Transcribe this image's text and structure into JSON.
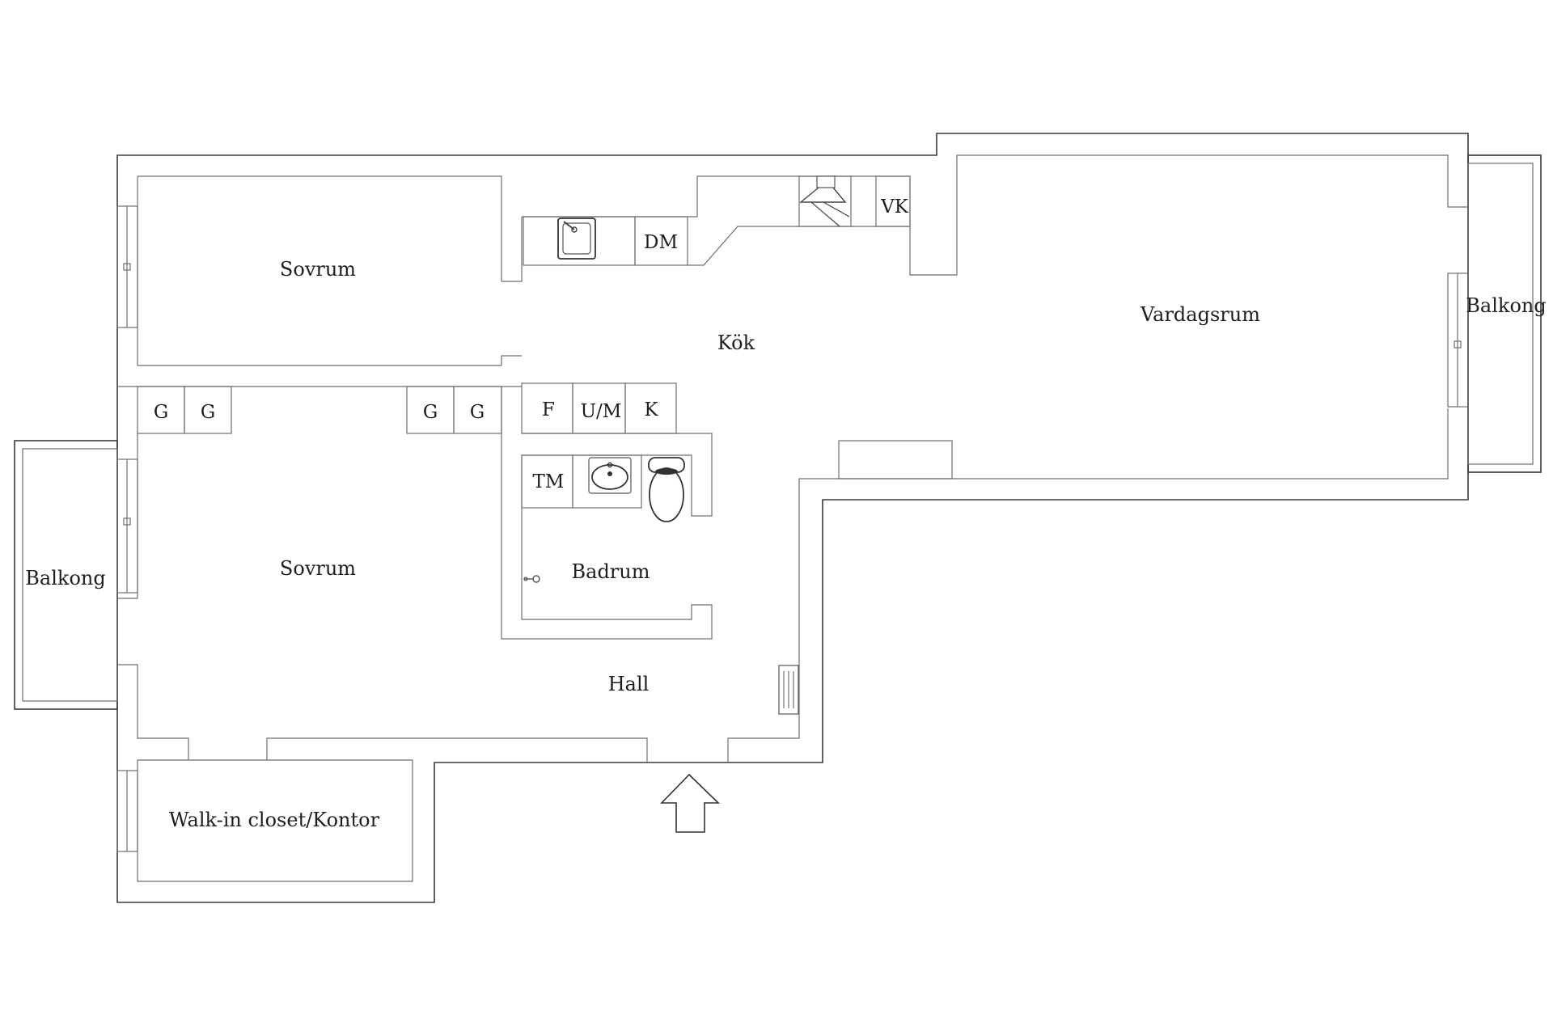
{
  "rooms": {
    "sovrum_top": "Sovrum",
    "kok": "Kök",
    "vardagsrum": "Vardagsrum",
    "balkong_right": "Balkong",
    "balkong_left": "Balkong",
    "sovrum_bottom": "Sovrum",
    "badrum": "Badrum",
    "hall": "Hall",
    "walk_in": "Walk-in closet/Kontor"
  },
  "units": {
    "dm": "DM",
    "vk": "VK",
    "g1": "G",
    "g2": "G",
    "g3": "G",
    "g4": "G",
    "f": "F",
    "um": "U/M",
    "k": "K",
    "tm": "TM"
  },
  "icons": [
    "sink-icon",
    "stove-hood-icon",
    "washbasin-icon",
    "toilet-icon",
    "shower-icon",
    "radiator-icon",
    "entrance-arrow-icon"
  ],
  "colors": {
    "wall": "#3a3a3a",
    "background": "#ffffff",
    "text": "#1e1e1e"
  }
}
